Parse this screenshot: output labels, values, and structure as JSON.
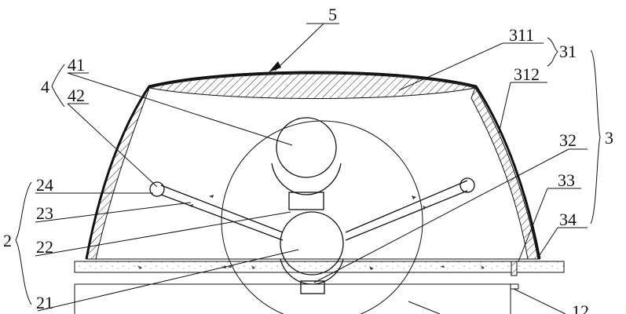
{
  "labels": {
    "l5": "5",
    "l311": "311",
    "l31": "31",
    "l312": "312",
    "l3": "3",
    "l4": "4",
    "l41": "41",
    "l42": "42",
    "l32": "32",
    "l33": "33",
    "l34": "34",
    "l2": "2",
    "l24": "24",
    "l23": "23",
    "l22": "22",
    "l21": "21",
    "l12": "12"
  }
}
